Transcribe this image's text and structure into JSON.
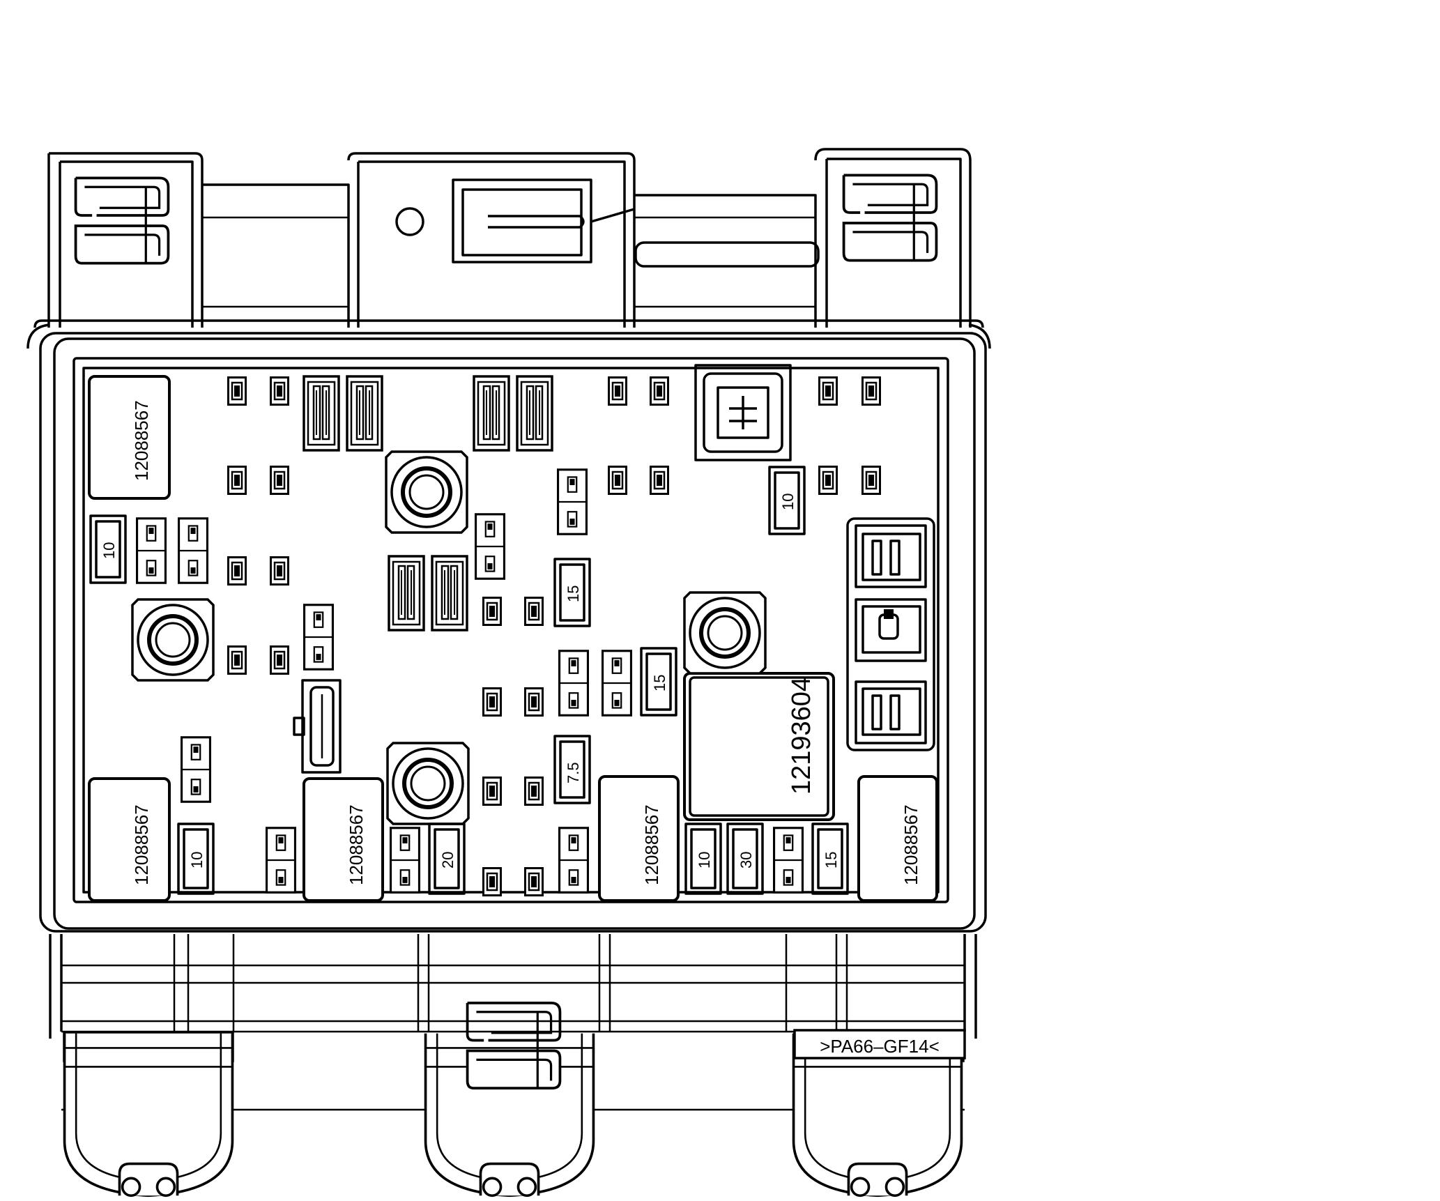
{
  "diagram": {
    "relay_labels": {
      "top_left": "12088567",
      "bottom_left": "12088567",
      "bottom_center_left": "12088567",
      "bottom_center_right": "12088567",
      "bottom_right": "12088567",
      "large_center": "12193604"
    },
    "fuse_ratings": {
      "left_top": "10",
      "right_top": "10",
      "center_mid": "15",
      "center_lower": "15",
      "center_bottom": "7.5",
      "bottom_left": "10",
      "bottom_center": "20",
      "bottom_right_1": "10",
      "bottom_right_2": "30",
      "bottom_right_3": "15"
    },
    "material_mark": ">PA66–GF14<"
  },
  "colors": {
    "line": "#000000",
    "background": "#ffffff"
  }
}
